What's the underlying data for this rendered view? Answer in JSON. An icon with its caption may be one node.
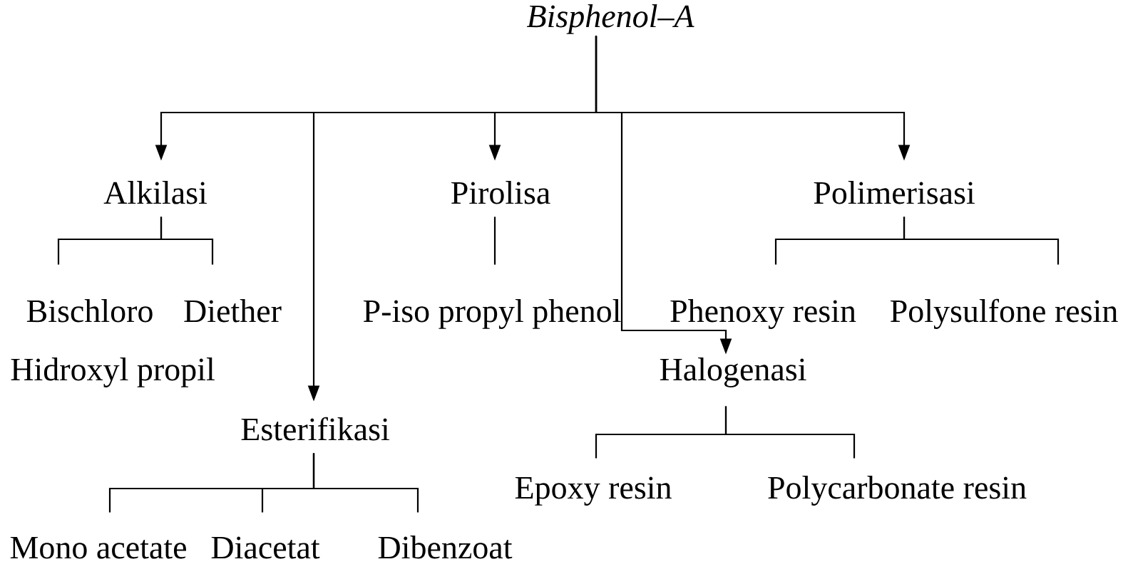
{
  "diagram": {
    "nodes": [
      {
        "text": [
          "Bisphenol–A"
        ]
      },
      {
        "text": [
          "Alkilasi"
        ]
      },
      {
        "text": [
          "Pirolisa"
        ]
      },
      {
        "text": [
          "Polimerisasi"
        ]
      },
      {
        "text": [
          "Bischloro"
        ]
      },
      {
        "text": [
          "Diether"
        ]
      },
      {
        "text": [
          "P-iso propyl phenol"
        ]
      },
      {
        "text": [
          "Phenoxy resin"
        ]
      },
      {
        "text": [
          "Polysulfone resin"
        ]
      },
      {
        "text": [
          "Halogenasi"
        ]
      },
      {
        "text": [
          "Esterifikasi"
        ]
      },
      {
        "text": [
          "Epoxy resin"
        ]
      },
      {
        "text": [
          "Polycarbonate resin"
        ]
      },
      {
        "text": [
          "Mono acetate"
        ]
      },
      {
        "text": [
          "Diacetat"
        ]
      },
      {
        "text": [
          "Dibenzoat"
        ]
      }
    ],
    "edges": [
      {
        "from": 0,
        "to": 1,
        "arrow": "to"
      },
      {
        "from": 0,
        "to": 10,
        "arrow": "to"
      },
      {
        "from": 0,
        "to": 2,
        "arrow": "to"
      },
      {
        "from": 0,
        "to": 9,
        "arrow": "to"
      },
      {
        "from": 0,
        "to": 3,
        "arrow": "to"
      },
      {
        "from": 1,
        "to": 4,
        "arrow": "none"
      },
      {
        "from": 1,
        "to": 5,
        "arrow": "none"
      },
      {
        "from": 2,
        "to": 6,
        "arrow": "none"
      },
      {
        "from": 3,
        "to": 7,
        "arrow": "none"
      },
      {
        "from": 3,
        "to": 8,
        "arrow": "none"
      },
      {
        "from": 9,
        "to": 11,
        "arrow": "none"
      },
      {
        "from": 9,
        "to": 12,
        "arrow": "none"
      },
      {
        "from": 10,
        "to": 13,
        "arrow": "none"
      },
      {
        "from": 10,
        "to": 14,
        "arrow": "none"
      },
      {
        "from": 10,
        "to": 15,
        "arrow": "none"
      }
    ],
    "labels": [
      "Hidroxyl propil"
    ]
  }
}
